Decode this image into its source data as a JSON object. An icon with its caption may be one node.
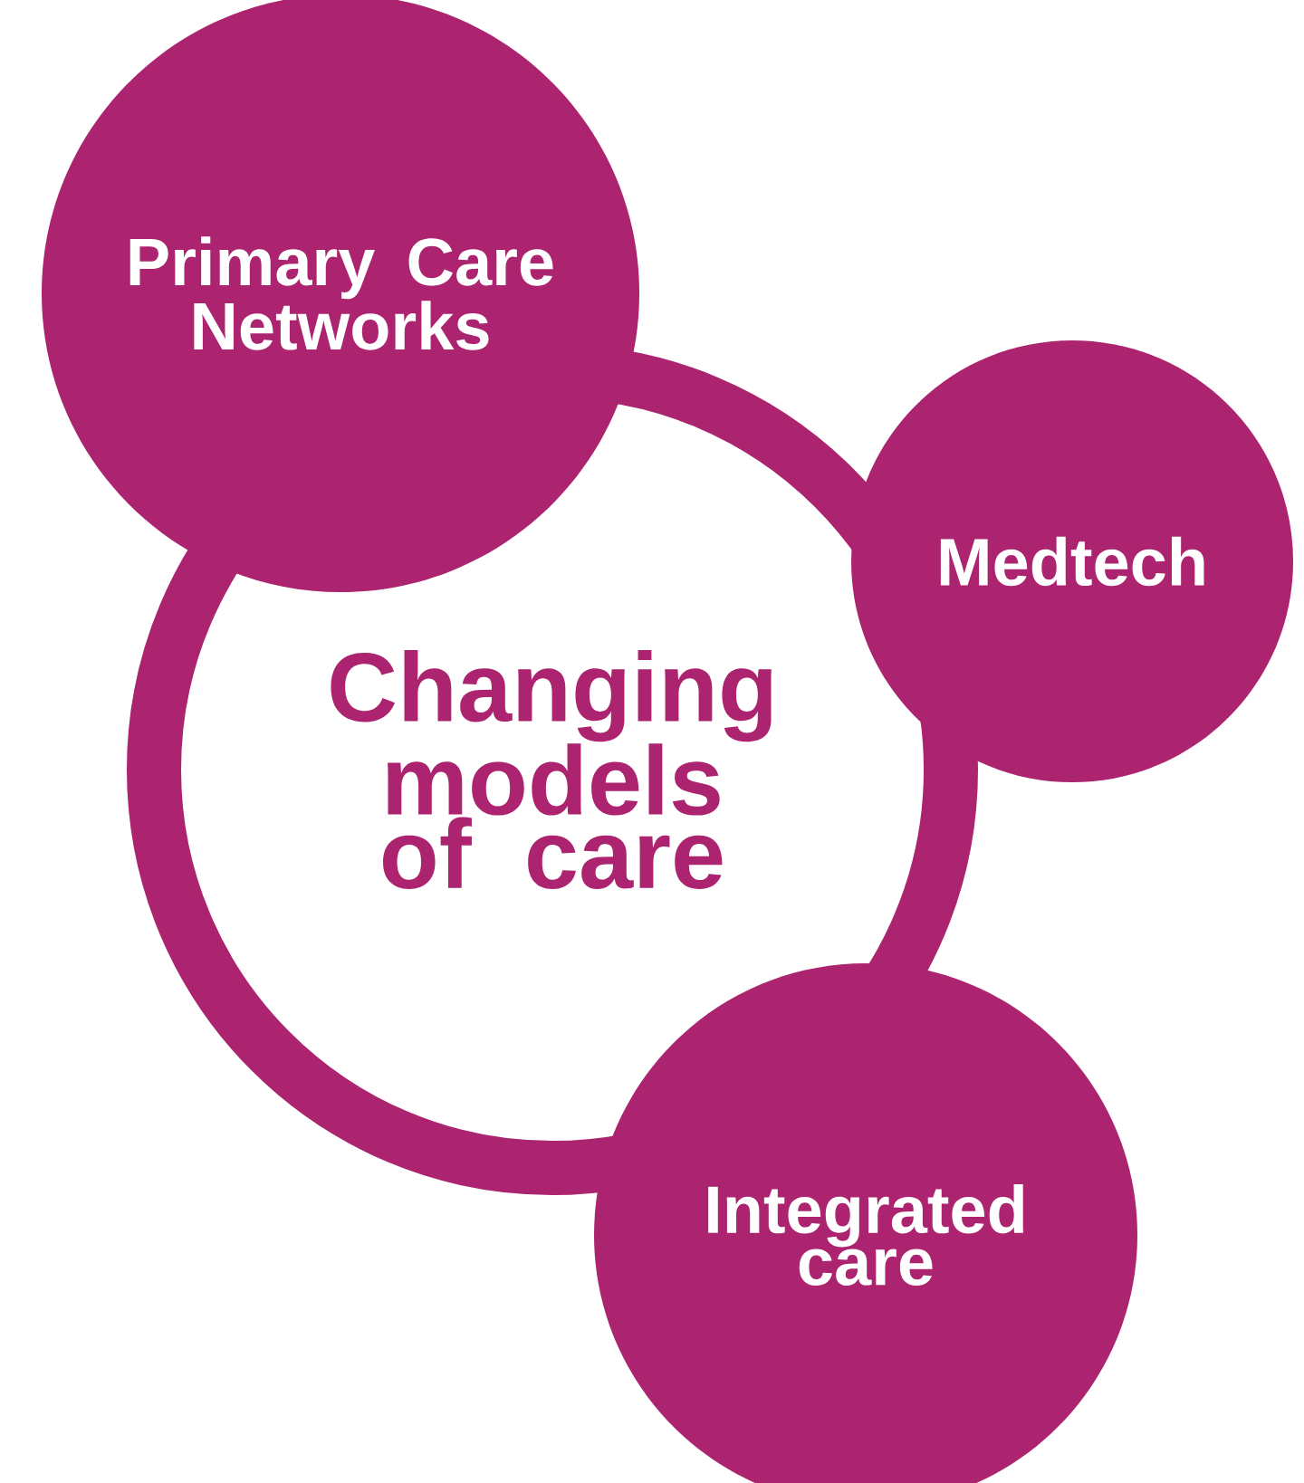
{
  "diagram": {
    "nodes": [
      {
        "text": [
          "Changing models of care"
        ]
      },
      {
        "text": [
          "Primary Care Networks"
        ]
      },
      {
        "text": [
          "Medtech"
        ]
      },
      {
        "text": [
          "Integrated care"
        ]
      }
    ]
  }
}
